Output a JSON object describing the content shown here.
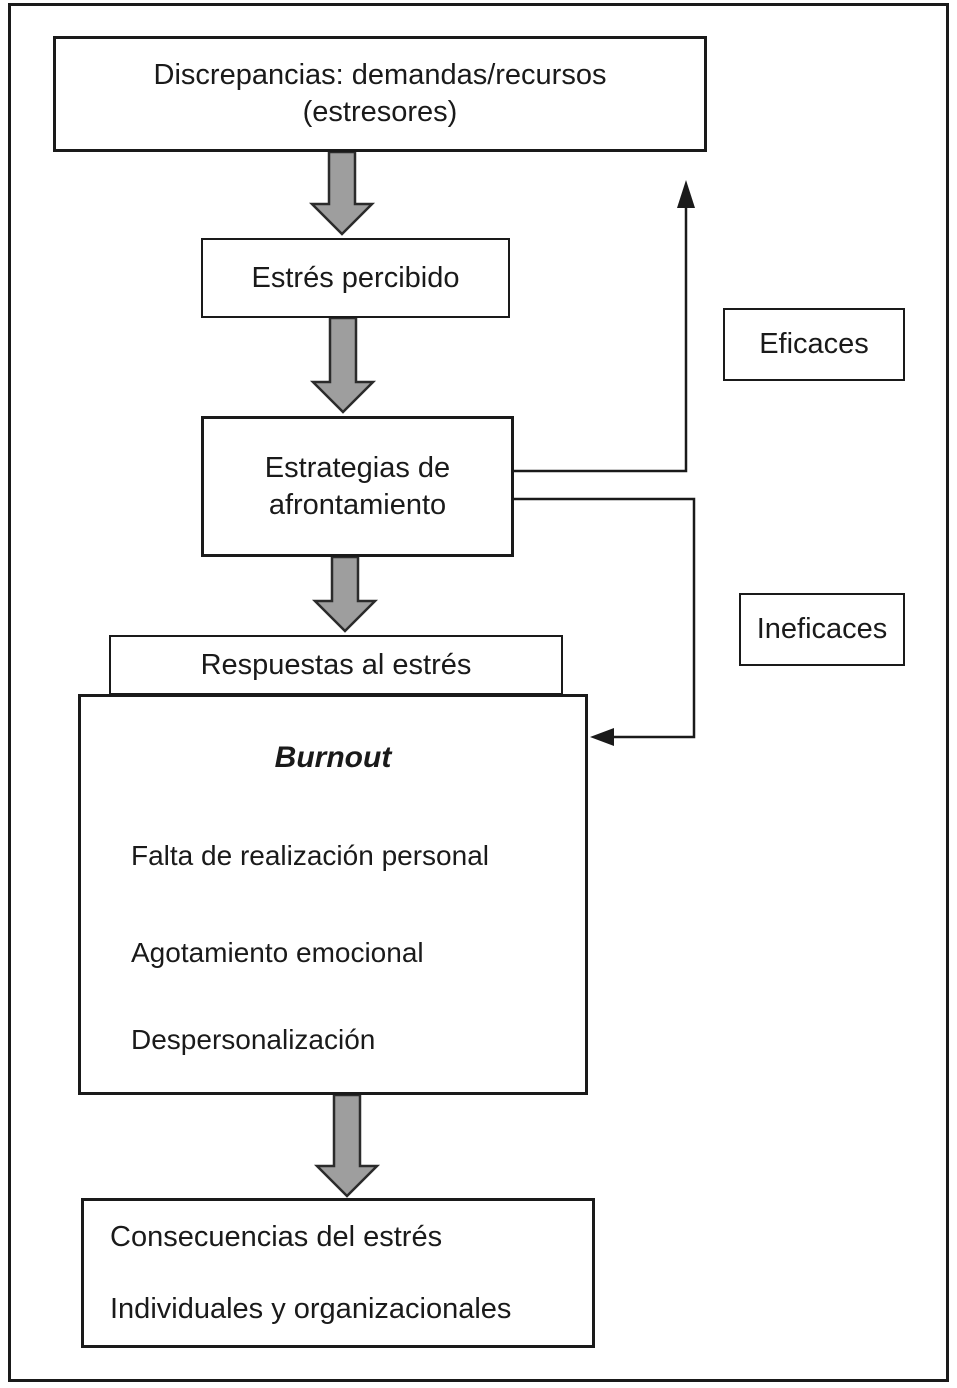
{
  "figure": {
    "type": "flowchart",
    "background_color": "#ffffff",
    "line_color": "#1a1a1a",
    "block_arrow_fill": "#9e9e9e",
    "block_arrow_stroke": "#2b2b2b"
  },
  "nodes": {
    "discrepancias": {
      "line1": "Discrepancias: demandas/recursos",
      "line2": "(estresores)"
    },
    "estres_percibido": {
      "label": "Estrés percibido"
    },
    "estrategias": {
      "line1": "Estrategias de",
      "line2": "afrontamiento"
    },
    "respuestas": {
      "label": "Respuestas al estrés"
    },
    "burnout": {
      "title": "Burnout",
      "items": [
        "Falta de realización personal",
        "Agotamiento emocional",
        "Despersonalización"
      ]
    },
    "consecuencias": {
      "line1": "Consecuencias del estrés",
      "line2": "Individuales y organizacionales"
    },
    "eficaces": {
      "label": "Eficaces"
    },
    "ineficaces": {
      "label": "Ineficaces"
    }
  },
  "edges": [
    {
      "from": "discrepancias",
      "to": "estres_percibido",
      "style": "gray-block-arrow"
    },
    {
      "from": "estres_percibido",
      "to": "estrategias",
      "style": "gray-block-arrow"
    },
    {
      "from": "estrategias",
      "to": "respuestas",
      "style": "gray-block-arrow"
    },
    {
      "from": "burnout",
      "to": "consecuencias",
      "style": "gray-block-arrow"
    },
    {
      "from": "estrategias",
      "to": "discrepancias-level",
      "style": "thin-arrow",
      "label": "Eficaces"
    },
    {
      "from": "estrategias",
      "to": "burnout",
      "style": "thin-arrow",
      "label": "Ineficaces"
    }
  ]
}
